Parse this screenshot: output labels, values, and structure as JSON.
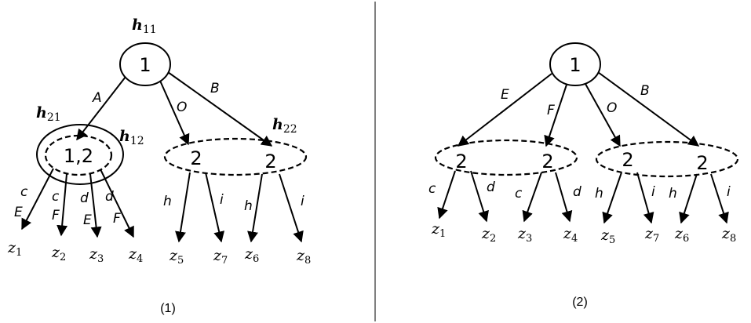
{
  "colors": {
    "ink": "#000000",
    "background": "#ffffff"
  },
  "left": {
    "caption": "(1)",
    "info": {
      "h11": {
        "base": "h",
        "sub": "11"
      },
      "h21": {
        "base": "h",
        "sub": "21"
      },
      "h12": {
        "base": "h",
        "sub": "12"
      },
      "h22": {
        "base": "h",
        "sub": "22"
      }
    },
    "nodes": {
      "root": "1",
      "inner": "1,2",
      "right_a": "2",
      "right_b": "2"
    },
    "edge_labels": {
      "A": "A",
      "O": "O",
      "B": "B",
      "c1": "c",
      "E1": "E",
      "c2": "c",
      "F1": "F",
      "d1": "d",
      "E2": "E",
      "d2": "d",
      "F2": "F",
      "h1": "h",
      "i1": "i",
      "h2": "h",
      "i2": "i"
    },
    "leaves": [
      {
        "base": "z",
        "sub": "1"
      },
      {
        "base": "z",
        "sub": "2"
      },
      {
        "base": "z",
        "sub": "3"
      },
      {
        "base": "z",
        "sub": "4"
      },
      {
        "base": "z",
        "sub": "5"
      },
      {
        "base": "z",
        "sub": "7"
      },
      {
        "base": "z",
        "sub": "6"
      },
      {
        "base": "z",
        "sub": "8"
      }
    ]
  },
  "right": {
    "caption": "(2)",
    "nodes": {
      "root": "1",
      "n1": "2",
      "n2": "2",
      "n3": "2",
      "n4": "2"
    },
    "edge_labels": {
      "E": "E",
      "F": "F",
      "O": "O",
      "B": "B",
      "c1": "c",
      "d1": "d",
      "c2": "c",
      "d2": "d",
      "h1": "h",
      "i1": "i",
      "h2": "h",
      "i2": "i"
    },
    "leaves": [
      {
        "base": "z",
        "sub": "1"
      },
      {
        "base": "z",
        "sub": "2"
      },
      {
        "base": "z",
        "sub": "3"
      },
      {
        "base": "z",
        "sub": "4"
      },
      {
        "base": "z",
        "sub": "5"
      },
      {
        "base": "z",
        "sub": "7"
      },
      {
        "base": "z",
        "sub": "6"
      },
      {
        "base": "z",
        "sub": "8"
      }
    ]
  }
}
